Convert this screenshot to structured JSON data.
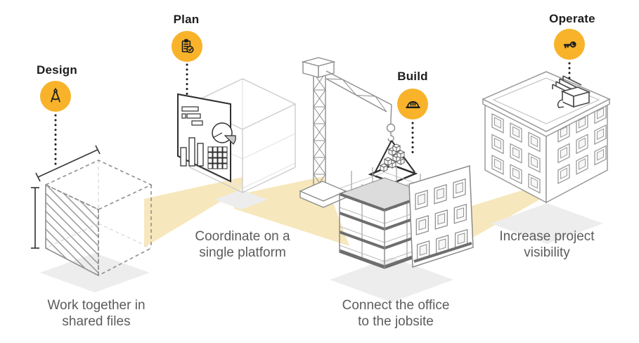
{
  "colors": {
    "accent_yellow": "#F8B32B",
    "beam_yellow": "#F6E3B0",
    "shadow_gray": "#EDEDED",
    "label_text": "#1D1D1D",
    "caption_text": "#5C5C5C"
  },
  "stages": [
    {
      "label": "Design",
      "icon": "drafting-compass-icon",
      "caption_lines": [
        "Work together in",
        "shared files"
      ]
    },
    {
      "label": "Plan",
      "icon": "clipboard-checklist-icon",
      "caption_lines": [
        "Coordinate on a",
        "single platform"
      ]
    },
    {
      "label": "Build",
      "icon": "hard-hat-icon",
      "caption_lines": [
        "Connect the office",
        "to the jobsite"
      ]
    },
    {
      "label": "Operate",
      "icon": "key-icon",
      "caption_lines": [
        "Increase project",
        "visibility"
      ]
    }
  ]
}
